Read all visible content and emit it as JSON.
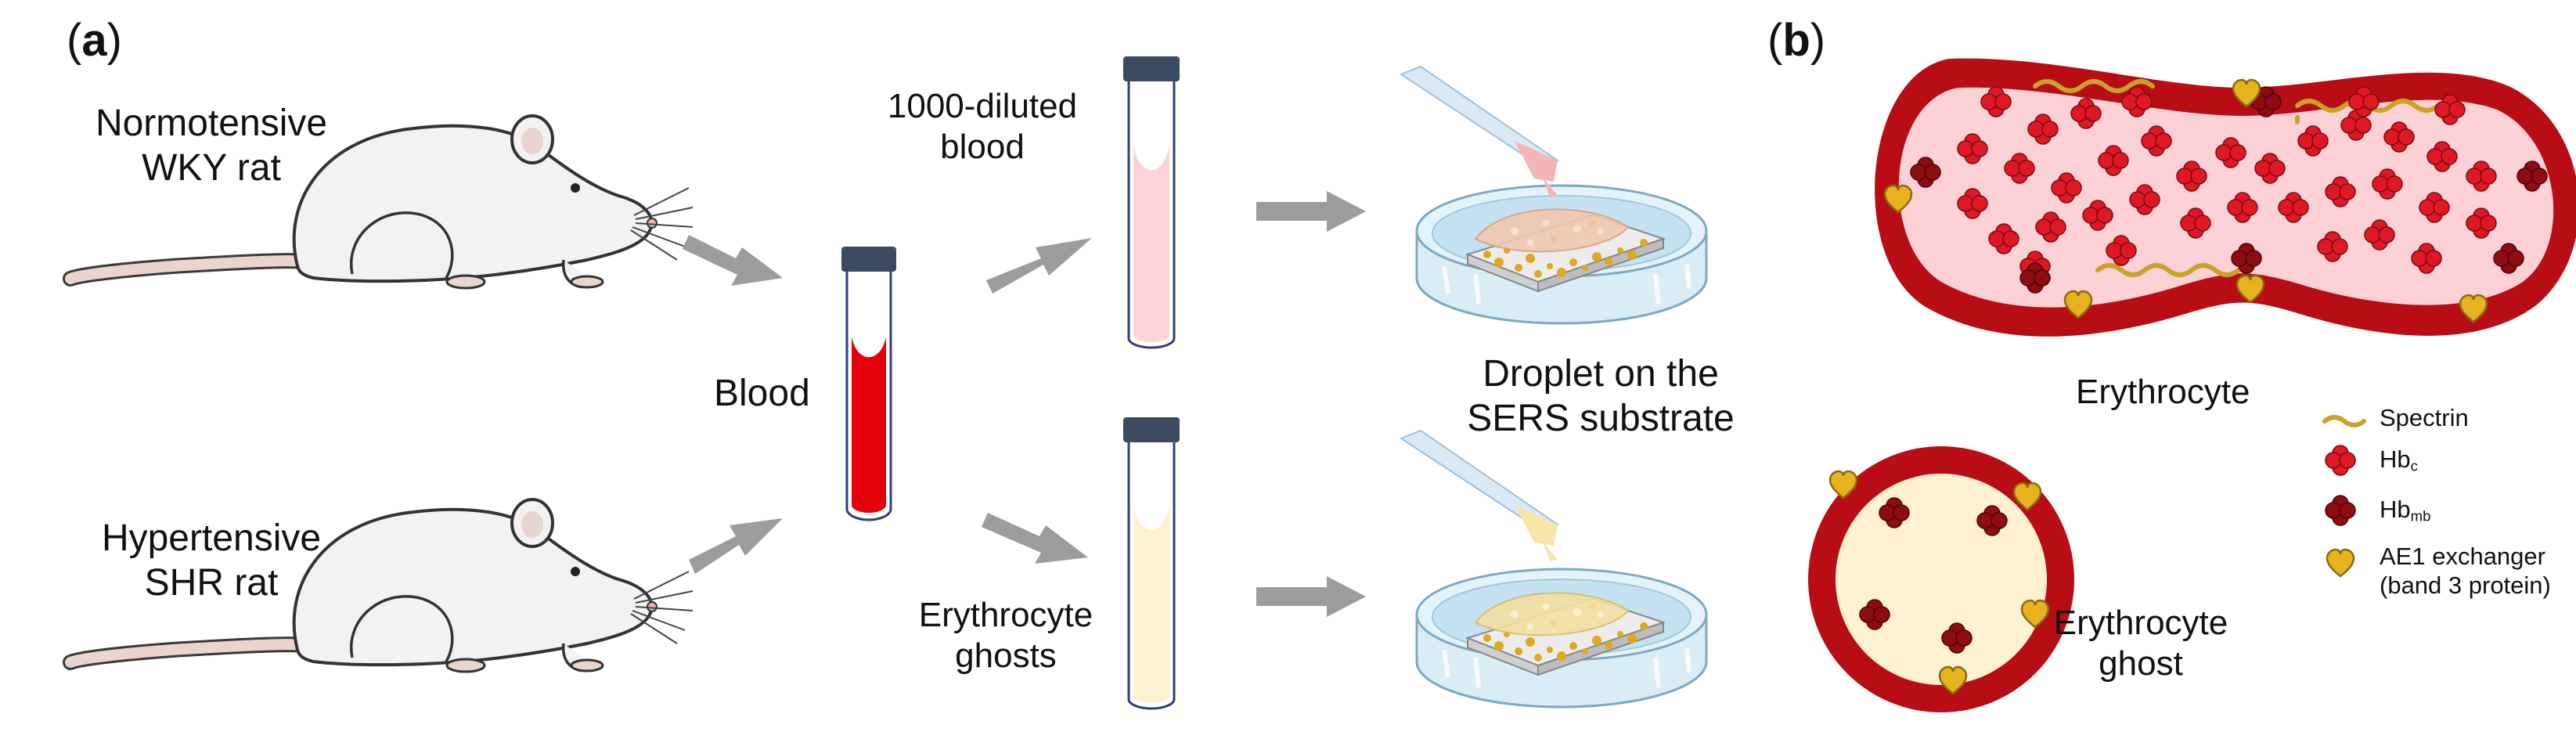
{
  "panel_a": {
    "open": "(",
    "letter": "a",
    "close": ")",
    "normo_line1": "Normotensive",
    "normo_line2": "WKY rat",
    "hyper_line1": "Hypertensive",
    "hyper_line2": "SHR rat",
    "blood": "Blood",
    "diluted_line1": "1000-diluted",
    "diluted_line2": "blood",
    "ghost_line1": "Erythrocyte",
    "ghost_line2": "ghosts",
    "droplet_line1": "Droplet on the",
    "droplet_line2": "SERS substrate"
  },
  "panel_b": {
    "open": "(",
    "letter": "b",
    "close": ")",
    "erythrocyte": "Erythrocyte",
    "ghost_line1": "Erythrocyte",
    "ghost_line2": "ghost",
    "legend": {
      "spectrin": "Spectrin",
      "hbc_main": "Hb",
      "hbc_sub": "c",
      "hbmb_main": "Hb",
      "hbmb_sub": "mb",
      "ae1_line1": "AE1 exchanger",
      "ae1_line2": "(band 3 protein)"
    }
  },
  "colors": {
    "blood_red": "#e3020c",
    "membrane_red": "#b80d14",
    "cytoplasm_pink": "#fbd1d6",
    "diluted_pink": "#fbd3d8",
    "ghost_cream": "#fdf1d2",
    "hb_c": "#e01825",
    "hb_mb": "#8e0c12",
    "spectrin": "#c9a227",
    "ae1": "#e6b21e",
    "arrow_gray": "#9c9c9c",
    "tube_outline": "#2f3f73",
    "cap": "#3c4b5f"
  }
}
